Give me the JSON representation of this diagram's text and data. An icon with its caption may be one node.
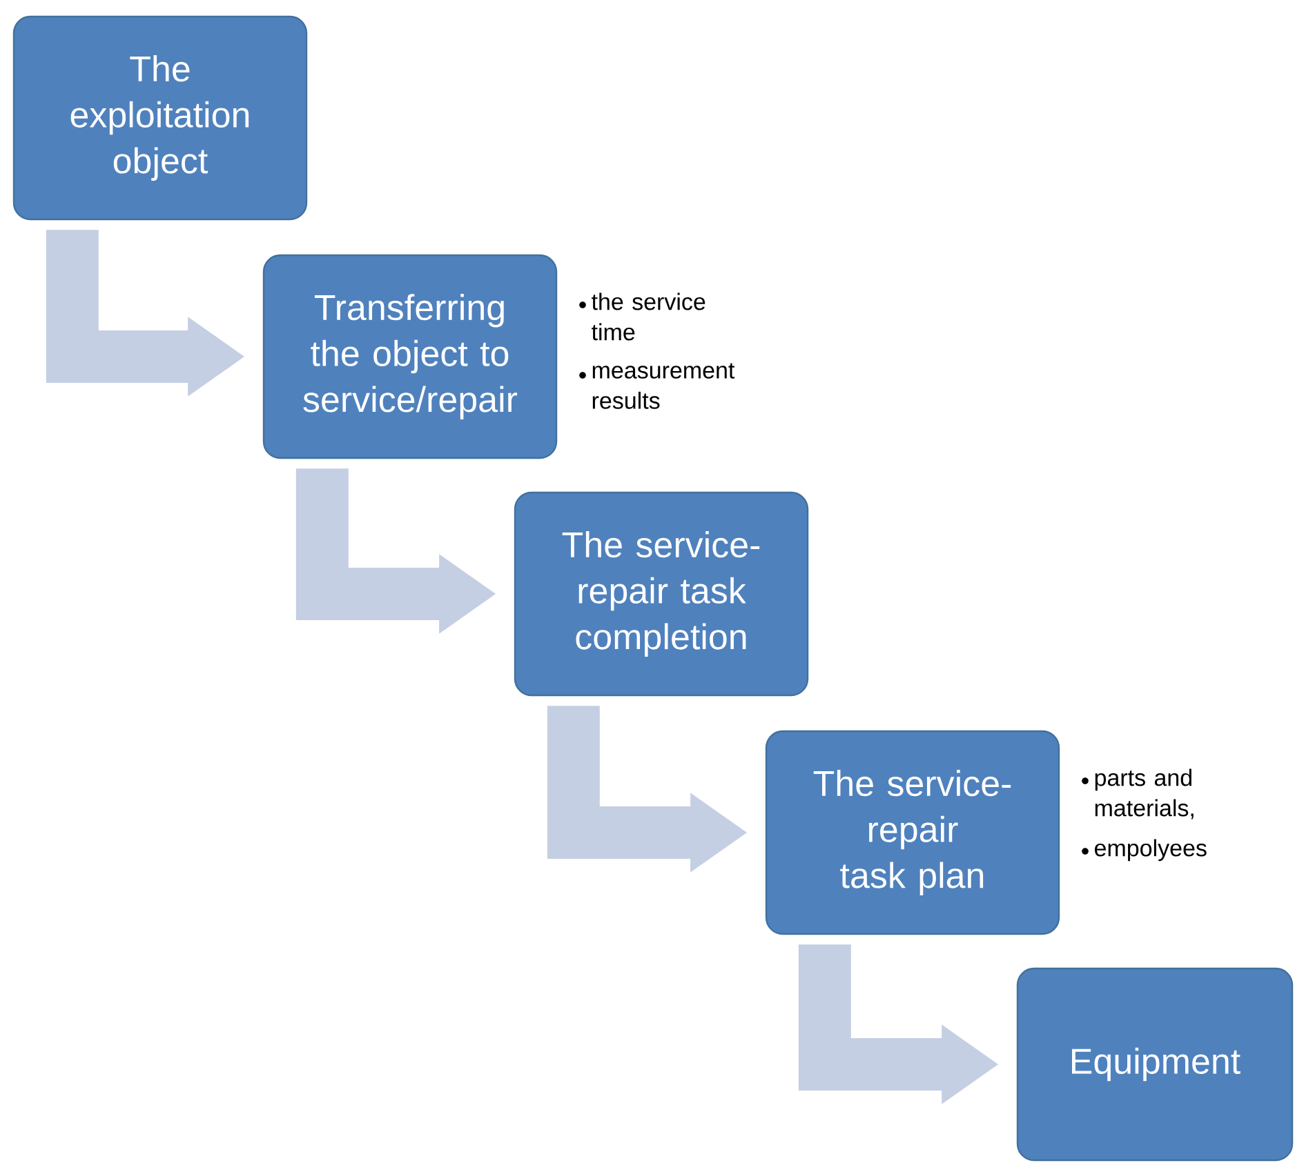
{
  "diagram": {
    "nodes": [
      {
        "text": [
          "The exploitation object"
        ]
      },
      {
        "text": [
          "Transferring the object to service/repair"
        ],
        "beside": [
          "the service time",
          "measurement results"
        ]
      },
      {
        "text": [
          "The service-repair task completion"
        ]
      },
      {
        "text": [
          "The service-repair task plan"
        ],
        "beside": [
          "parts and materials,",
          "empolyees"
        ]
      },
      {
        "text": [
          "Equipment"
        ]
      }
    ],
    "edges": [
      {
        "from": 0,
        "to": 1,
        "arrow": "to"
      },
      {
        "from": 1,
        "to": 2,
        "arrow": "to"
      },
      {
        "from": 2,
        "to": 3,
        "arrow": "to"
      },
      {
        "from": 3,
        "to": 4,
        "arrow": "to"
      }
    ]
  }
}
